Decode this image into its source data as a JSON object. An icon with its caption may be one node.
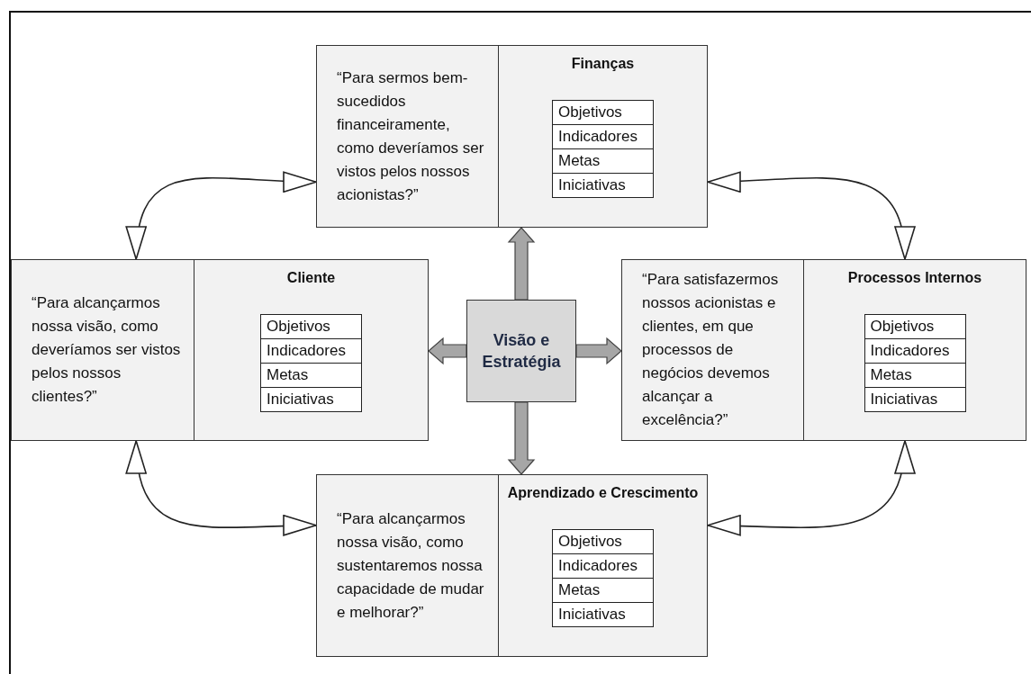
{
  "diagram": {
    "nodes": [
      {
        "text": [
          "“Para sermos bem-sucedidos financeiramente, como deveríamos ser vistos pelos nossos acionistas?”",
          "Finanças"
        ]
      },
      {
        "text": [
          "Objetivos"
        ],
        "in": 0
      },
      {
        "text": [
          "Indicadores"
        ],
        "in": 0
      },
      {
        "text": [
          "Metas"
        ],
        "in": 0
      },
      {
        "text": [
          "Iniciativas"
        ],
        "in": 0
      },
      {
        "text": [
          "“Para alcançarmos nossa visão, como deveríamos ser vistos pelos nossos clientes?”",
          "Cliente"
        ]
      },
      {
        "text": [
          "Objetivos"
        ],
        "in": 5
      },
      {
        "text": [
          "Indicadores"
        ],
        "in": 5
      },
      {
        "text": [
          "Metas"
        ],
        "in": 5
      },
      {
        "text": [
          "Iniciativas"
        ],
        "in": 5
      },
      {
        "text": [
          "Visão e Estratégia"
        ]
      },
      {
        "text": [
          "“Para satisfazermos nossos acionistas e clientes, em que processos de negócios devemos alcançar a excelência?”",
          "Processos Internos"
        ]
      },
      {
        "text": [
          "Objetivos"
        ],
        "in": 11
      },
      {
        "text": [
          "Indicadores"
        ],
        "in": 11
      },
      {
        "text": [
          "Metas"
        ],
        "in": 11
      },
      {
        "text": [
          "Iniciativas"
        ],
        "in": 11
      },
      {
        "text": [
          "“Para alcançarmos nossa visão, como sustentaremos nossa capacidade de mudar e melhorar?”",
          "Aprendizado e Crescimento"
        ]
      },
      {
        "text": [
          "Objetivos"
        ],
        "in": 16
      },
      {
        "text": [
          "Indicadores"
        ],
        "in": 16
      },
      {
        "text": [
          "Metas"
        ],
        "in": 16
      },
      {
        "text": [
          "Iniciativas"
        ],
        "in": 16
      }
    ],
    "edges": [
      {
        "from": 5,
        "to": 0,
        "arrow": "both"
      },
      {
        "from": 0,
        "to": 11,
        "arrow": "both"
      },
      {
        "from": 5,
        "to": 16,
        "arrow": "both"
      },
      {
        "from": 11,
        "to": 16,
        "arrow": "both"
      },
      {
        "from": 10,
        "to": 0,
        "arrow": "to",
        "style": "thick",
        "color": "#a6a6a6"
      },
      {
        "from": 10,
        "to": 5,
        "arrow": "to",
        "style": "thick",
        "color": "#a6a6a6"
      },
      {
        "from": 10,
        "to": 11,
        "arrow": "to",
        "style": "thick",
        "color": "#a6a6a6"
      },
      {
        "from": 10,
        "to": 16,
        "arrow": "to",
        "style": "thick",
        "color": "#a6a6a6"
      }
    ]
  }
}
